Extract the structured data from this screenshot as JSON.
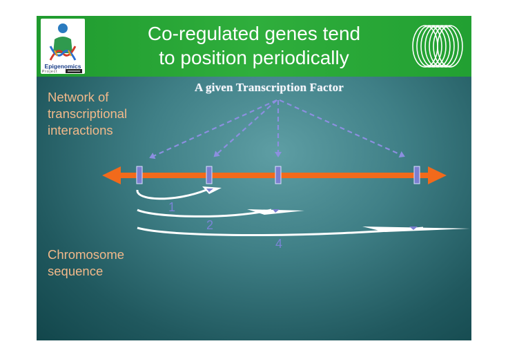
{
  "slide": {
    "logo": {
      "word": "Epigenomics",
      "sub": "Project"
    },
    "title_line1": "Co-regulated genes tend",
    "title_line2": "to position periodically",
    "left_label_top": [
      "Network of",
      "transcriptional",
      "interactions"
    ],
    "left_label_bottom": [
      "Chromosome",
      "sequence"
    ],
    "tf_label": "A given Transcription Factor",
    "arc_labels": [
      "1",
      "2",
      "4"
    ]
  },
  "colors": {
    "header_green": "#2fae3c",
    "chromosome_orange": "#f26a1b",
    "gene_box": "#7b7fd0",
    "dashed_arrow": "#8c8fe0",
    "label_peach": "#f2b98a"
  }
}
